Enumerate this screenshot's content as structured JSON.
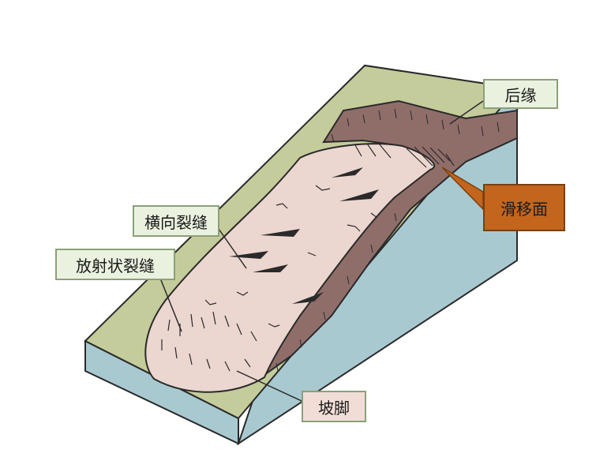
{
  "labels": {
    "rear_edge": "后缘",
    "slip_surface": "滑移面",
    "transverse_cracks": "横向裂缝",
    "radial_cracks": "放射状裂缝",
    "slope_toe": "坡脚"
  },
  "colors": {
    "ground_top": "#c5cc9b",
    "block_side": "#a9c9d1",
    "slide_body": "#ecd6d0",
    "scarp": "#8f6e6a",
    "callout_green": "#eaf2df",
    "callout_orange": "#c3651c",
    "callout_pink": "#f2ddd6"
  }
}
